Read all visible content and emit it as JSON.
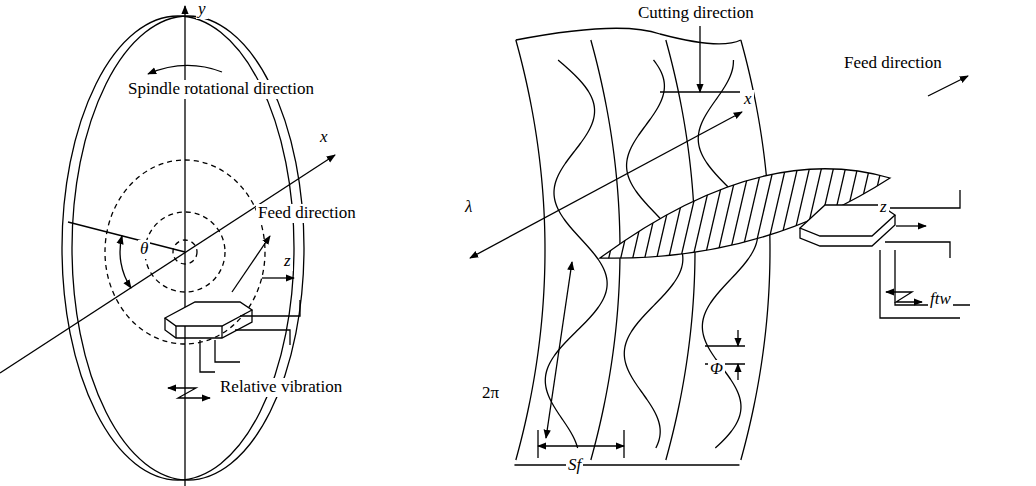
{
  "diagram": {
    "labels": [
      "y",
      "Spindle rotational direction",
      "x",
      "θ",
      "Feed direction",
      "z",
      "Relative vibration",
      "Cutting direction",
      "x",
      "Feed direction",
      "λ",
      "2π",
      "Φ",
      "z",
      "Sf",
      "ftw"
    ]
  }
}
